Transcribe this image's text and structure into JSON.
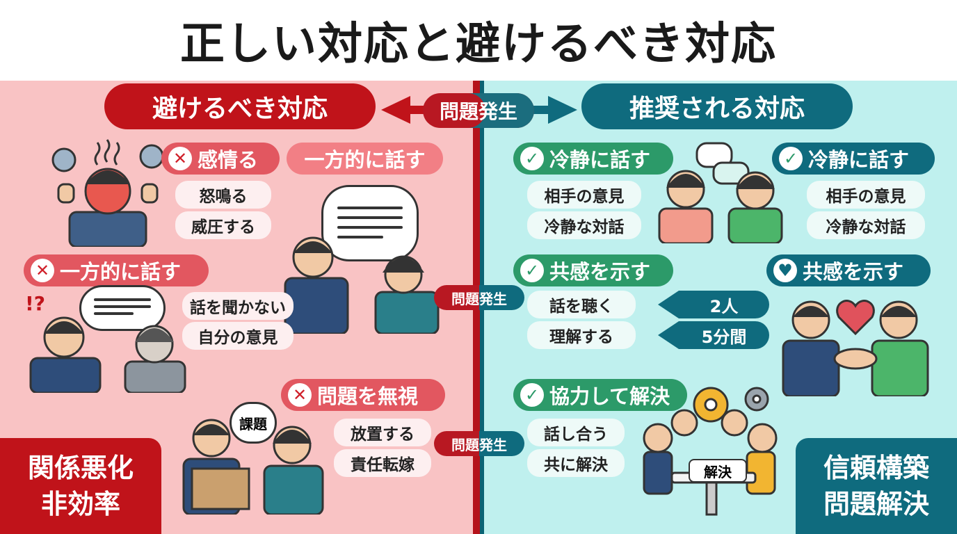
{
  "title": "正しい対応と避けるべき対応",
  "header": {
    "left_banner": "避けるべき対応",
    "center": "問題発生",
    "right_banner": "推奨される対応"
  },
  "left": {
    "block1": {
      "pill": "感情る",
      "pill2": "一方的に話す",
      "items": [
        "怒鳴る",
        "威圧する"
      ]
    },
    "block2": {
      "pill": "一方的に話す",
      "items": [
        "話を聞かない",
        "自分の意見"
      ],
      "mark": "!?"
    },
    "block3": {
      "pill": "問題を無視",
      "items": [
        "放置する",
        "責任転嫁"
      ],
      "bubble": "課題"
    },
    "footer": [
      "関係悪化",
      "非効率"
    ]
  },
  "middle": {
    "arrow1": "問題発生",
    "arrow2": "問題発生"
  },
  "right": {
    "block1": {
      "pill": "冷静に話す",
      "items": [
        "相手の意見",
        "冷静な対話"
      ]
    },
    "block1b": {
      "pill": "冷静に話す",
      "items": [
        "相手の意見",
        "冷静な対話"
      ]
    },
    "block2": {
      "pill": "共感を示す",
      "items": [
        "話を聴く",
        "理解する"
      ],
      "stats": [
        "2人",
        "5分間"
      ]
    },
    "block2b": {
      "pill": "共感を示す"
    },
    "block3": {
      "pill": "協力して解決",
      "items": [
        "話し合う",
        "共に解決"
      ],
      "table_label": "解決"
    },
    "footer": [
      "信頼構築",
      "問題解決"
    ]
  },
  "colors": {
    "red": "#c0131a",
    "teal": "#0f6b7e",
    "green": "#2c9a69",
    "pink_bg": "#f9c3c4",
    "mint_bg": "#bff0ee"
  }
}
